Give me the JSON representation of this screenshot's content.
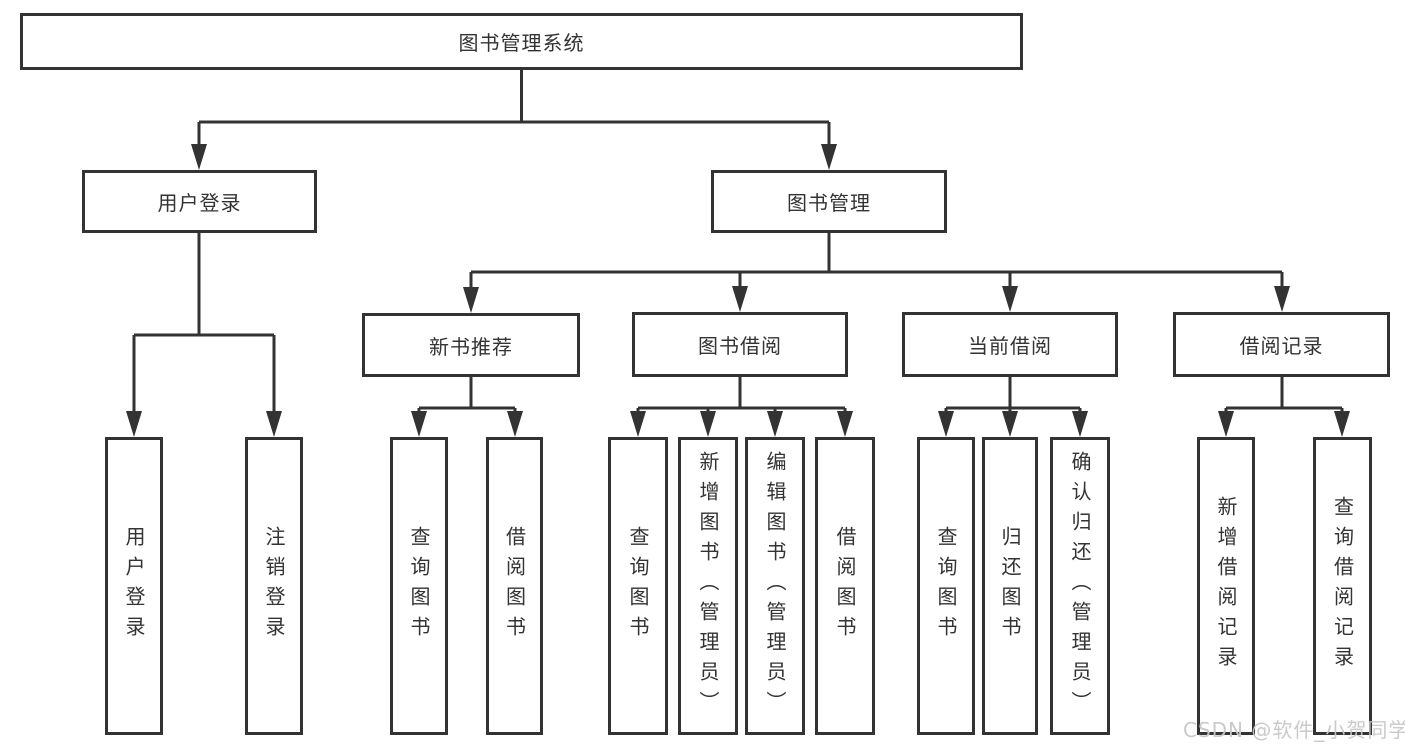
{
  "diagram": {
    "type": "hierarchy-tree",
    "title": "图书管理系统",
    "structure": {
      "图书管理系统": {
        "用户登录": [
          "用户登录",
          "注销登录"
        ],
        "图书管理": {
          "新书推荐": [
            "查询图书",
            "借阅图书"
          ],
          "图书借阅": [
            "查询图书",
            "新增图书（管理员）",
            "编辑图书（管理员）",
            "借阅图书"
          ],
          "当前借阅": [
            "查询图书",
            "归还图书",
            "确认归还（管理员）"
          ],
          "借阅记录": [
            "新增借阅记录",
            "查询借阅记录"
          ]
        }
      }
    }
  },
  "nodes": {
    "root": {
      "label": "图书管理系统"
    },
    "user_login": {
      "label": "用户登录"
    },
    "book_mgmt": {
      "label": "图书管理"
    },
    "new_book_rec": {
      "label": "新书推荐"
    },
    "book_borrow": {
      "label": "图书借阅"
    },
    "current_borrow": {
      "label": "当前借阅"
    },
    "borrow_record": {
      "label": "借阅记录"
    },
    "leaf_user_login": {
      "label": "用户登录"
    },
    "leaf_logout": {
      "label": "注销登录"
    },
    "leaf_nbr_query": {
      "label": "查询图书"
    },
    "leaf_nbr_borrow": {
      "label": "借阅图书"
    },
    "leaf_bb_query": {
      "label": "查询图书"
    },
    "leaf_bb_add": {
      "label": "新增图书（管理员）"
    },
    "leaf_bb_edit": {
      "label": "编辑图书（管理员）"
    },
    "leaf_bb_borrow": {
      "label": "借阅图书"
    },
    "leaf_cb_query": {
      "label": "查询图书"
    },
    "leaf_cb_return": {
      "label": "归还图书"
    },
    "leaf_cb_confirm": {
      "label": "确认归还（管理员）"
    },
    "leaf_br_add": {
      "label": "新增借阅记录"
    },
    "leaf_br_query": {
      "label": "查询借阅记录"
    }
  },
  "watermark": "CSDN @软件_小贺同学",
  "colors": {
    "line": "#333333",
    "box_border": "#333333",
    "box_fill": "#ffffff",
    "text": "#333333",
    "watermark": "#c7c7c7",
    "background": "#ffffff"
  }
}
